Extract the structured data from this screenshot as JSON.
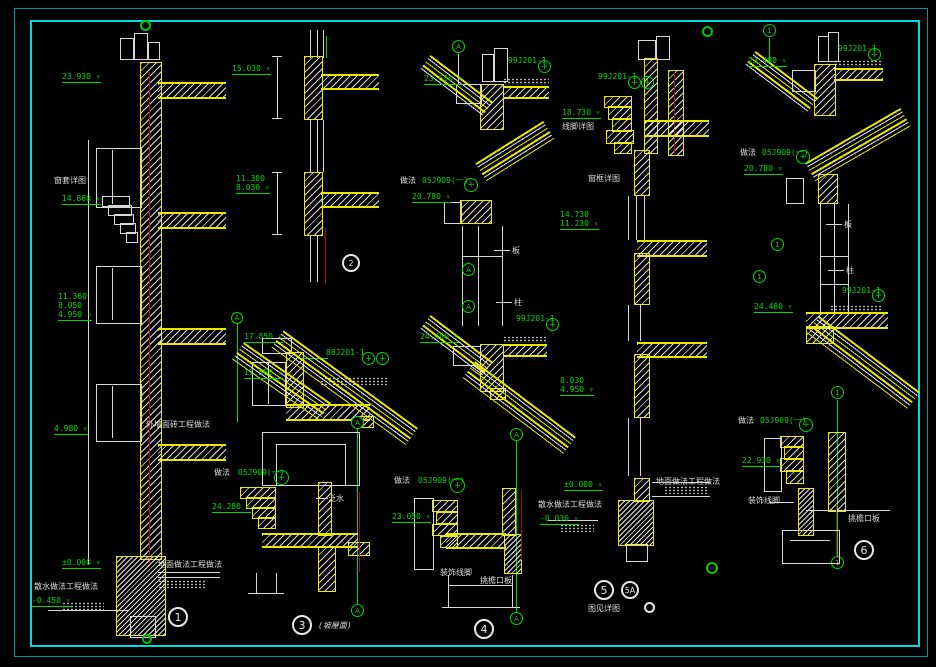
{
  "colors": {
    "background": "#000000",
    "border_cyan": "#00dcdc",
    "line_green": "#00d800",
    "line_yellow": "#e8e800",
    "line_red": "#a01010",
    "line_white": "#e0e0e0"
  },
  "refs": {
    "r88": "88J201-1",
    "r99": "99J201-1",
    "r05": "05J909(一)",
    "zuofa": "做法"
  },
  "elev": {
    "c1_top": "23.930",
    "c1_mid": "14.860",
    "c1_s1": "11.360",
    "c1_s2": "8.050",
    "c1_s3": "4.950",
    "c1_low": "4.980",
    "c1_zero": "±0.000",
    "c1_neg": "-0.450",
    "c2_top": "15.030",
    "c2_s1": "11.300",
    "c2_s2": "8.030",
    "m1_a": "17.850",
    "m1_b": "17.500",
    "d3_lvl": "24.280",
    "c3_top": "23.630",
    "c3_gutter": "20.780",
    "c3_low": "24.480",
    "d4_lvl": "23.050",
    "c4_cornice": "18.730",
    "c4_s1": "14.730",
    "c4_s2": "11.230",
    "c4_s3": "8.030",
    "c4_s4": "4.950",
    "c4_zero": "±0.000",
    "c4_neg": "-0.030",
    "c5_top": "23.480",
    "c5_gutter": "20.780",
    "c5_low": "24.480",
    "d6_lvl": "22.930"
  },
  "texts": {
    "ban": "板",
    "zhu": "柱",
    "fanshui": "泛水",
    "chuangtao": "窗套详图",
    "xianjiao": "线脚详图",
    "chuangkuang": "窗框详图",
    "waiqiang": "外墙面砖工程做法",
    "sanshui": "散水做法工程做法",
    "dimian": "地面做法工程做法",
    "zhuangshi": "装饰线脚",
    "tiaoyan": "挑檐口板",
    "cap3": "(坡屋面)",
    "cap5": "图见详图"
  },
  "details": {
    "d1": "1",
    "d2": "2",
    "d3": "3",
    "d4": "4",
    "d5": "5",
    "d5a": "5A",
    "d6": "6"
  },
  "markers": {
    "a": "A",
    "n1": "1"
  }
}
